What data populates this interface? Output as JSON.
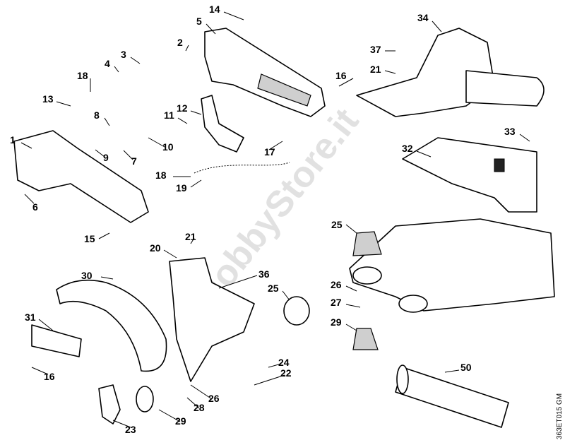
{
  "watermark": "HobbyStore.it",
  "drawing_code": "363ET015 GM",
  "labels": [
    "14",
    "5",
    "34",
    "2",
    "3",
    "37",
    "4",
    "21",
    "18",
    "16",
    "13",
    "12",
    "11",
    "8",
    "33",
    "1",
    "10",
    "32",
    "9",
    "7",
    "17",
    "18",
    "19",
    "6",
    "25",
    "15",
    "21",
    "20",
    "30",
    "36",
    "25",
    "26",
    "27",
    "29",
    "31",
    "24",
    "50",
    "16",
    "22",
    "26",
    "28",
    "29",
    "23"
  ]
}
